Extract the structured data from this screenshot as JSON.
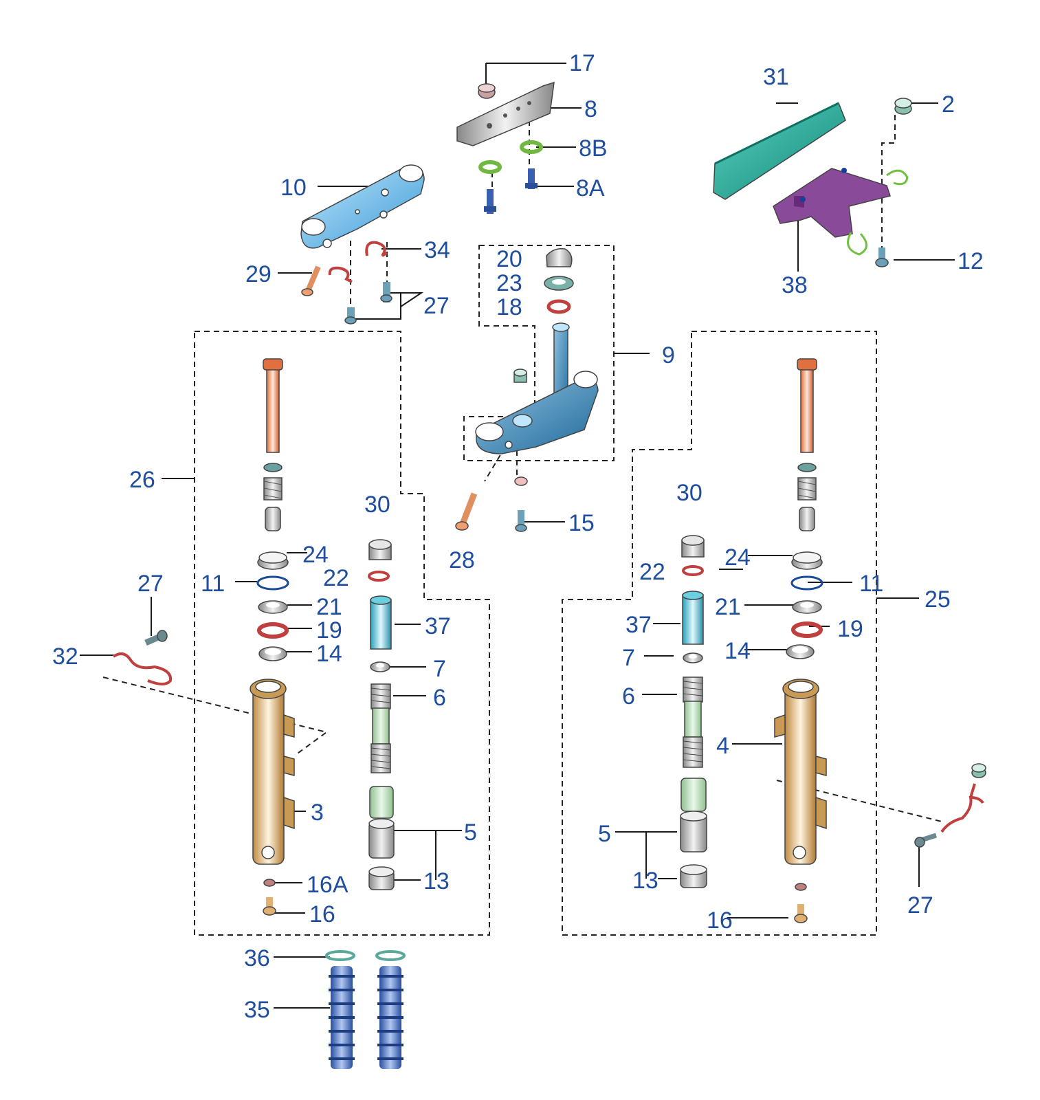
{
  "callouts": {
    "c2": "2",
    "c3": "3",
    "c4": "4",
    "c5a": "5",
    "c5b": "5",
    "c6a": "6",
    "c6b": "6",
    "c7a": "7",
    "c7b": "7",
    "c8": "8",
    "c8a": "8A",
    "c8b": "8B",
    "c9": "9",
    "c10": "10",
    "c11a": "11",
    "c11b": "11",
    "c12": "12",
    "c13a": "13",
    "c13b": "13",
    "c14a": "14",
    "c14b": "14",
    "c15": "15",
    "c16a": "16",
    "c16b": "16",
    "c16A": "16A",
    "c17": "17",
    "c18": "18",
    "c19a": "19",
    "c19b": "19",
    "c20": "20",
    "c21a": "21",
    "c21b": "21",
    "c22a": "22",
    "c22b": "22",
    "c23": "23",
    "c24a": "24",
    "c24b": "24",
    "c25": "25",
    "c26": "26",
    "c27a": "27",
    "c27b": "27",
    "c27c": "27",
    "c28": "28",
    "c29": "29",
    "c30a": "30",
    "c30b": "30",
    "c31": "31",
    "c32": "32",
    "c34": "34",
    "c35": "35",
    "c36": "36",
    "c37a": "37",
    "c37b": "37",
    "c38": "38"
  },
  "colors": {
    "callout_text": "#1f4e9e",
    "upper_bracket": "#4aa8e0",
    "lower_bracket": "#2a7fb8",
    "fork_leg": "#c89a55",
    "fork_tube": "#e07040",
    "boot": "#3a5fb0",
    "guard": "#1aa08c",
    "bracket_purple": "#8a4a9a",
    "seal_red": "#c04040",
    "washer_green": "#80c040",
    "spacer_teal": "#3aa8c0"
  }
}
